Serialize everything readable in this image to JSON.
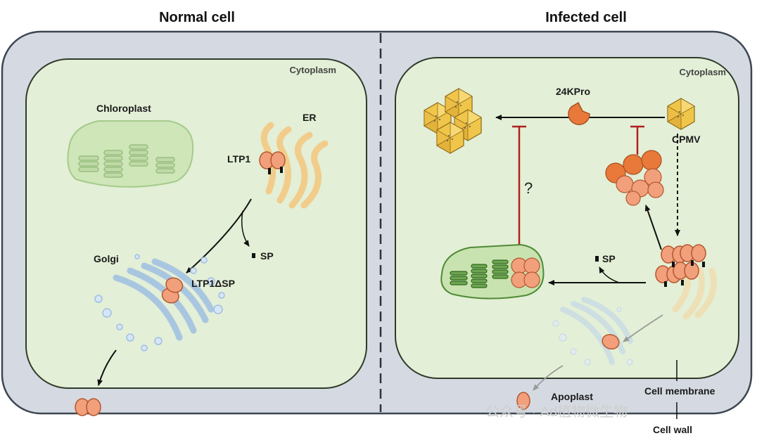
{
  "titles": {
    "normal": "Normal cell",
    "infected": "Infected cell"
  },
  "labels": {
    "cytoplasm_left": "Cytoplasm",
    "cytoplasm_right": "Cytoplasm",
    "chloroplast": "Chloroplast",
    "er": "ER",
    "ltp1": "LTP1",
    "sp_left": "SP",
    "golgi": "Golgi",
    "ltp1_delta_sp": "LTP1ΔSP",
    "kpro": "24KPro",
    "cpmv": "CPMV",
    "question": "?",
    "sp_right": "SP",
    "apoplast": "Apoplast",
    "cell_membrane": "Cell membrane",
    "cell_wall": "Cell wall"
  },
  "watermark": "公众号 · Ad植物微生物",
  "colors": {
    "cell_wall": "#d5dae2",
    "cytoplasm": "#e3efd6",
    "protein": "#f2a07c",
    "protein_stroke": "#c0603a",
    "kpro": "#e8793a",
    "virus": "#f0c64a",
    "inhibit": "#b02020",
    "golgi": "#bcd3ec",
    "er": "#f6d9a0",
    "chloroplast": "#c9e3b0"
  }
}
